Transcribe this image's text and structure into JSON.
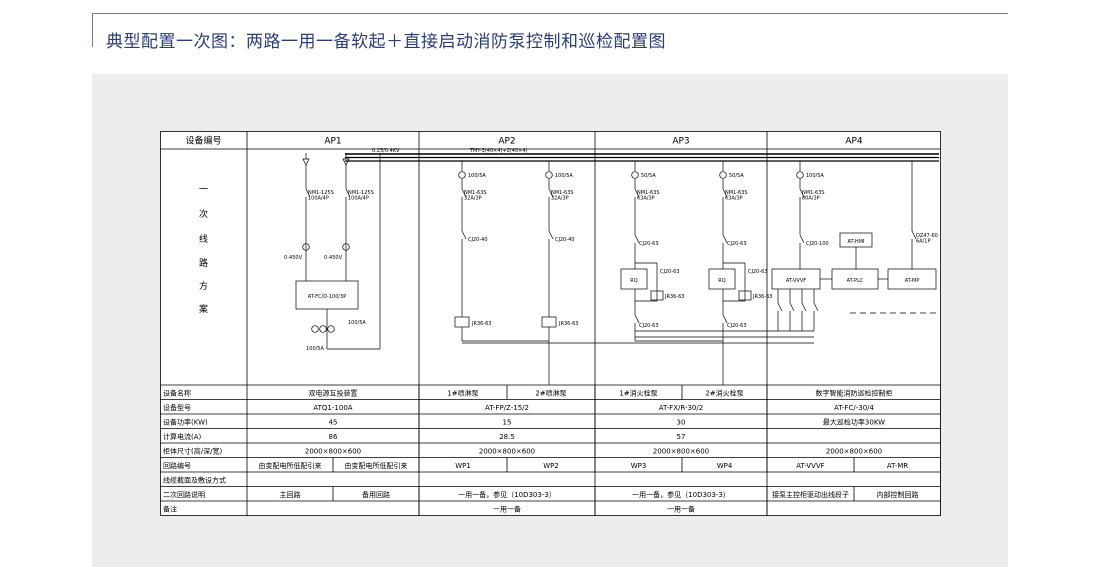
{
  "title": "典型配置一次图：两路一用一备软起＋直接启动消防泵控制和巡检配置图",
  "header": {
    "row_label": "设备编号",
    "panels": [
      "AP1",
      "AP2",
      "AP3",
      "AP4"
    ]
  },
  "side_label_chars": [
    "一",
    "次",
    "线",
    "路",
    "方",
    "案"
  ],
  "bus": {
    "ap1_voltage": "0.23/0.4KV",
    "busbar_spec": "TMY-3(40×4)+2(40×4)"
  },
  "ap1": {
    "breakers": [
      "NM1-125S\n100A/4P",
      "NM1-125S\n100A/4P"
    ],
    "meters": [
      "0-450V",
      "0-450V"
    ],
    "ats": "AT-FC/D-100/3P",
    "ct": "100/5A",
    "ct2": "100/5A"
  },
  "ap2": {
    "ct": "100/5A",
    "breaker": "NM1-63S\n32A/3P",
    "contactor": "CJ20-40",
    "relay": "JR36-63"
  },
  "ap3": {
    "ct": "50/5A",
    "breaker": "NM1-63S\n63A/3P",
    "contactor1": "CJ20-63",
    "contactor2": "CJ20-63",
    "contactor3": "CJ20-63",
    "relay": "JR36-63",
    "softstart": "RQ"
  },
  "ap4": {
    "ct": "100/5A",
    "breaker": "NM1-63S\n80A/3P",
    "contactor": "CJ20-100",
    "hmi": "AT-HMI",
    "vvvf": "AT-VVVF",
    "plc": "AT-PLC",
    "mp": "AT-MP",
    "dz": "DZ47-60\n6A/1P"
  },
  "table": {
    "rows": [
      {
        "label": "设备名称",
        "cells": [
          [
            "双电源互投装置",
            0,
            2
          ],
          [
            "1#喷淋泵",
            2,
            3
          ],
          [
            "2#喷淋泵",
            3,
            4
          ],
          [
            "1#消火栓泵",
            4,
            5
          ],
          [
            "2#消火栓泵",
            5,
            6
          ],
          [
            "数字智能消防巡检控制柜",
            6,
            8
          ]
        ]
      },
      {
        "label": "设备型号",
        "cells": [
          [
            "ATQ1-100A",
            0,
            2
          ],
          [
            "AT-FP/Z-15/2",
            2,
            4
          ],
          [
            "AT-FX/R-30/2",
            4,
            6
          ],
          [
            "AT-FC/-30/4",
            6,
            8
          ]
        ]
      },
      {
        "label": "设备功率(KW)",
        "cells": [
          [
            "45",
            0,
            2
          ],
          [
            "15",
            2,
            4
          ],
          [
            "30",
            4,
            6
          ],
          [
            "最大巡检功率30KW",
            6,
            8
          ]
        ]
      },
      {
        "label": "计算电流(A)",
        "cells": [
          [
            "86",
            0,
            2
          ],
          [
            "28.5",
            2,
            4
          ],
          [
            "57",
            4,
            6
          ],
          [
            "",
            6,
            8
          ]
        ]
      },
      {
        "label": "柜体尺寸(高/深/宽)",
        "cells": [
          [
            "2000×800×600",
            0,
            2
          ],
          [
            "2000×800×600",
            2,
            4
          ],
          [
            "2000×800×600",
            4,
            6
          ],
          [
            "2000×800×600",
            6,
            8
          ]
        ]
      },
      {
        "label": "回路编号",
        "cells": [
          [
            "由变配电所低配引来",
            0,
            1
          ],
          [
            "由变配电所低配引来",
            1,
            2
          ],
          [
            "WP1",
            2,
            3
          ],
          [
            "WP2",
            3,
            4
          ],
          [
            "WP3",
            4,
            5
          ],
          [
            "WP4",
            5,
            6
          ],
          [
            "AT-VVVF",
            6,
            7
          ],
          [
            "AT-MR",
            7,
            8
          ]
        ]
      },
      {
        "label": "线缆截面及敷设方式",
        "cells": [
          [
            "",
            0,
            8
          ]
        ]
      },
      {
        "label": "二次回路说明",
        "cells": [
          [
            "主回路",
            0,
            1
          ],
          [
            "备用回路",
            1,
            2
          ],
          [
            "一用一备，参见（10D303-3）",
            2,
            4
          ],
          [
            "一用一备，参见（10D303-3）",
            4,
            6
          ],
          [
            "接泵主控柜驱动出线段子",
            6,
            7
          ],
          [
            "内部控制回路",
            7,
            8
          ]
        ]
      },
      {
        "label": "备注",
        "cells": [
          [
            "",
            0,
            2
          ],
          [
            "一用一备",
            2,
            4
          ],
          [
            "一用一备",
            4,
            6
          ],
          [
            "",
            6,
            8
          ]
        ]
      }
    ]
  }
}
